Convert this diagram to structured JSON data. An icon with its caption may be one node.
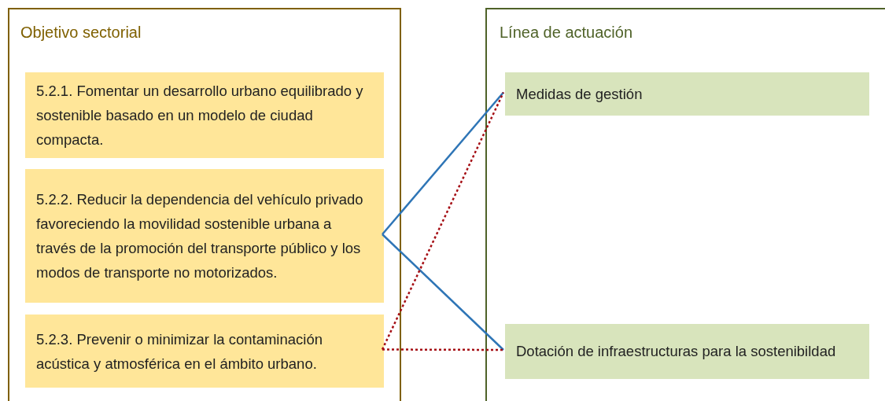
{
  "diagram": {
    "nodes": [
      {
        "text": [
          "Objetivo sectorial"
        ]
      },
      {
        "text": [
          "5.2.1. Fomentar un desarrollo urbano equilibrado y sostenible basado en un modelo de ciudad compacta."
        ],
        "in": 0
      },
      {
        "text": [
          "5.2.2. Reducir la dependencia del vehículo privado favoreciendo la movilidad sostenible urbana a través de la promoción del transporte público y los modos de transporte no motorizados."
        ],
        "in": 0
      },
      {
        "text": [
          "5.2.3. Prevenir o minimizar la contaminación acústica y atmosférica en el ámbito urbano."
        ],
        "in": 0
      },
      {
        "text": [
          "Línea de actuación"
        ]
      },
      {
        "text": [
          "Medidas de gestión"
        ],
        "in": 4
      },
      {
        "text": [
          "Dotación de infraestructuras para la sostenibildad"
        ],
        "in": 4
      }
    ],
    "edges": [
      {
        "from": 2,
        "to": 5,
        "arrow": "none"
      },
      {
        "from": 2,
        "to": 6,
        "arrow": "none"
      },
      {
        "from": 3,
        "to": 5,
        "arrow": "none",
        "style": "dashed",
        "color": "#a50f15"
      },
      {
        "from": 3,
        "to": 6,
        "arrow": "none",
        "style": "dashed",
        "color": "#a50f15"
      }
    ]
  }
}
